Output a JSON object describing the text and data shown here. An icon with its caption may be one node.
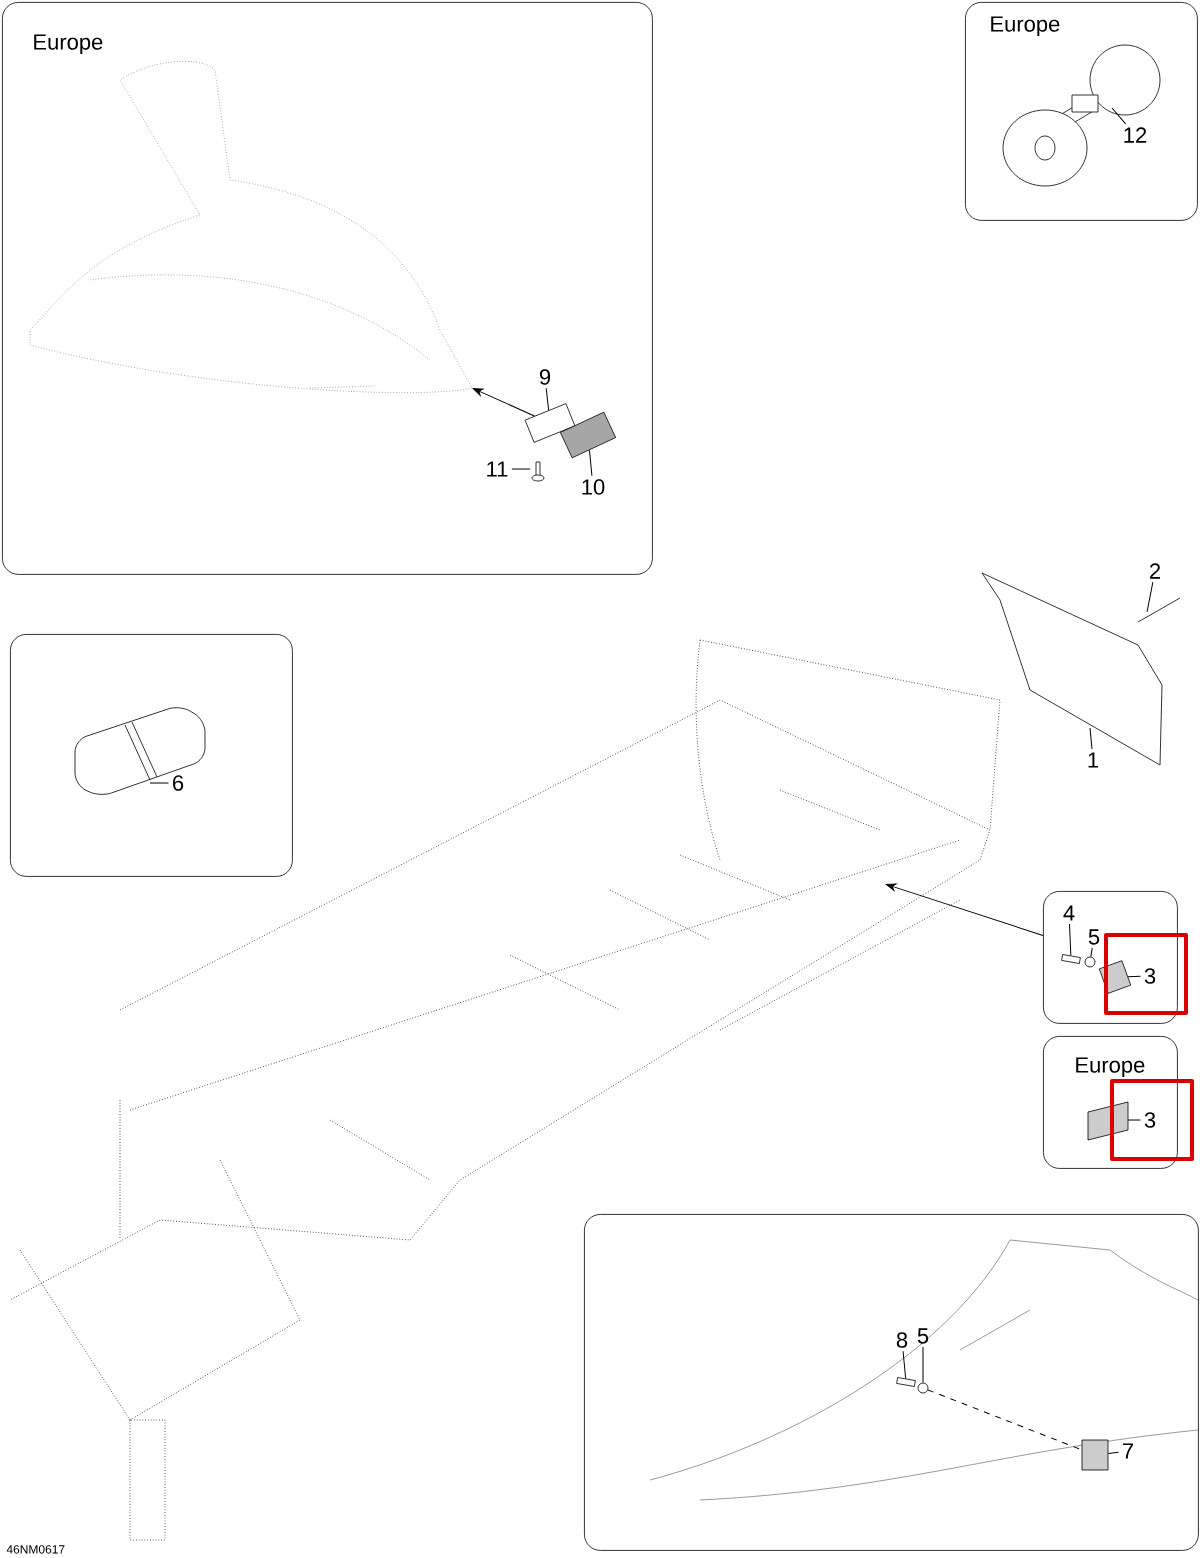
{
  "diagram": {
    "nodes": [
      {
        "text": [
          "Europe"
        ]
      },
      {
        "text": [
          "Europe"
        ]
      },
      {
        "text": [
          "9"
        ],
        "in": 0
      },
      {
        "text": [],
        "shape": "box",
        "in": 0
      },
      {
        "text": [
          "11"
        ],
        "in": 0
      },
      {
        "text": [
          "10"
        ],
        "in": 0
      },
      {
        "text": [
          "12"
        ],
        "in": 1
      },
      {
        "text": [
          "2"
        ]
      },
      {
        "text": [],
        "shape": "box"
      },
      {
        "text": [
          "6"
        ],
        "in": 8
      },
      {
        "text": [
          "1"
        ]
      },
      {
        "text": [],
        "shape": "box"
      },
      {
        "text": [
          "4"
        ],
        "in": 11
      },
      {
        "text": [
          "5"
        ],
        "in": 11
      },
      {
        "text": [
          "3"
        ],
        "in": 11
      },
      {
        "text": [
          "Europe"
        ]
      },
      {
        "text": [
          "3"
        ],
        "in": 15
      },
      {
        "text": [],
        "shape": "box"
      },
      {
        "text": [
          "8"
        ],
        "in": 17
      },
      {
        "text": [
          "5"
        ],
        "in": 17
      },
      {
        "text": [
          "7"
        ],
        "in": 17
      },
      {
        "text": [],
        "shape": "picture",
        "in": 0
      },
      {
        "text": [],
        "shape": "box",
        "in": 0
      },
      {
        "text": [],
        "shape": "box",
        "in": 11
      },
      {
        "text": [],
        "shape": "circle",
        "in": 11
      },
      {
        "text": [],
        "shape": "screw",
        "in": 11
      },
      {
        "text": [],
        "shape": "screw",
        "in": 17
      },
      {
        "text": [],
        "shape": "circle",
        "in": 17
      },
      {
        "text": [],
        "shape": "box",
        "in": 17
      }
    ],
    "edges": [
      {
        "from": 2,
        "to": 3,
        "arrow": "none"
      },
      {
        "from": 3,
        "to": 21,
        "arrow": "to"
      },
      {
        "from": 4,
        "to": null,
        "arrow": "none"
      },
      {
        "from": 5,
        "to": 22,
        "arrow": "none"
      },
      {
        "from": 6,
        "to": null,
        "arrow": "none"
      },
      {
        "from": 7,
        "to": null,
        "arrow": "none"
      },
      {
        "from": 9,
        "to": null,
        "arrow": "none"
      },
      {
        "from": 10,
        "to": null,
        "arrow": "none"
      },
      {
        "from": 11,
        "to": null,
        "arrow": "to"
      },
      {
        "from": 12,
        "to": 25,
        "arrow": "none"
      },
      {
        "from": 13,
        "to": 24,
        "arrow": "none"
      },
      {
        "from": 14,
        "to": 23,
        "arrow": "none"
      },
      {
        "from": 16,
        "to": null,
        "arrow": "none"
      },
      {
        "from": 18,
        "to": 26,
        "arrow": "none"
      },
      {
        "from": 19,
        "to": 27,
        "arrow": "none"
      },
      {
        "from": 20,
        "to": 28,
        "arrow": "none"
      },
      {
        "from": 27,
        "to": 28,
        "arrow": "none",
        "style": "dashed"
      }
    ],
    "labels": [
      "46NM0617"
    ]
  }
}
